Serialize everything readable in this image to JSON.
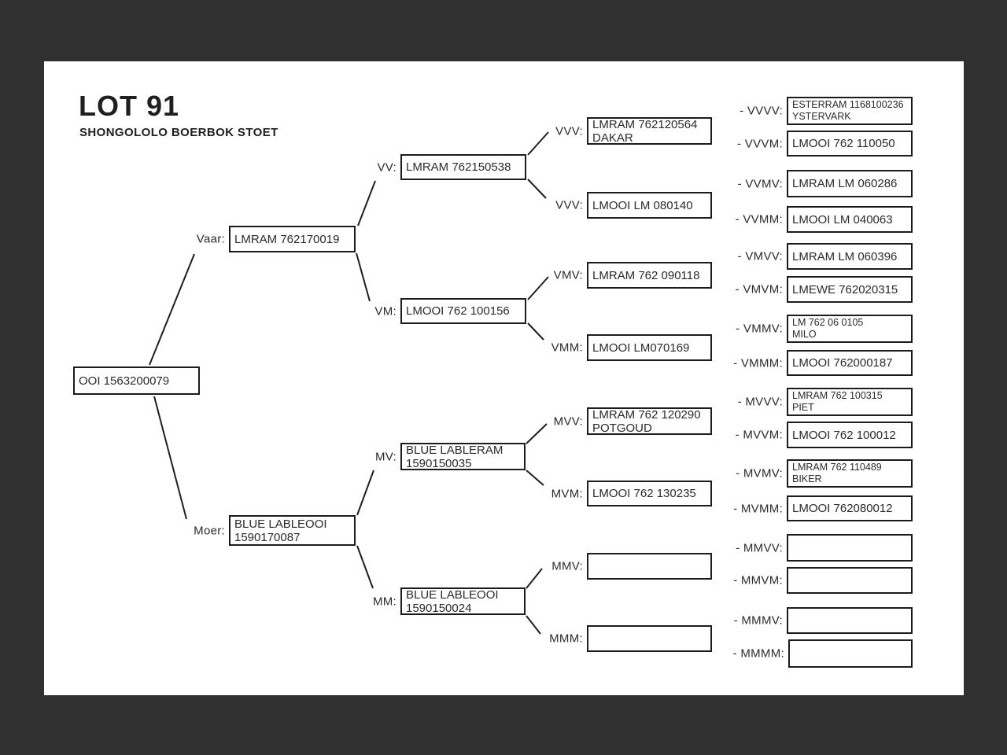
{
  "page": {
    "title": "LOT 91",
    "subtitle": "SHONGOLOLO BOERBOK STOET"
  },
  "nodes": {
    "root": {
      "label": "",
      "line1": "OOI 1563200079"
    },
    "v": {
      "label": "Vaar:",
      "line1": "LMRAM 762170019"
    },
    "m": {
      "label": "Moer:",
      "line1": "BLUE LABLEOOI",
      "line2": "1590170087"
    },
    "vv": {
      "label": "VV:",
      "line1": "LMRAM 762150538"
    },
    "vm": {
      "label": "VM:",
      "line1": "LMOOI 762 100156"
    },
    "mv": {
      "label": "MV:",
      "line1": "BLUE LABLERAM",
      "line2": "1590150035"
    },
    "mm": {
      "label": "MM:",
      "line1": "BLUE LABLEOOI",
      "line2": "1590150024"
    },
    "vvv": {
      "label": "VVV:",
      "line1": "LMRAM 762120564",
      "line2": "DAKAR"
    },
    "vvm": {
      "label": "VVV:",
      "line1": "LMOOI LM 080140"
    },
    "vmv": {
      "label": "VMV:",
      "line1": "LMRAM 762 090118"
    },
    "vmm": {
      "label": "VMM:",
      "line1": "LMOOI LM070169"
    },
    "mvv": {
      "label": "MVV:",
      "line1": "LMRAM 762 120290",
      "line2": "POTGOUD"
    },
    "mvm": {
      "label": "MVM:",
      "line1": "LMOOI 762 130235"
    },
    "mmv": {
      "label": "MMV:",
      "line1": ""
    },
    "mmm": {
      "label": "MMM:",
      "line1": ""
    },
    "vvvv": {
      "label": "- VVVV:",
      "line1": "ESTERRAM 1168100236",
      "line2": "YSTERVARK"
    },
    "vvvm": {
      "label": "- VVVM:",
      "line1": "LMOOI 762 110050"
    },
    "vvmv": {
      "label": "- VVMV:",
      "line1": "LMRAM LM 060286"
    },
    "vvmm": {
      "label": "- VVMM:",
      "line1": "LMOOI LM 040063"
    },
    "vmvv": {
      "label": "- VMVV:",
      "line1": "LMRAM LM 060396"
    },
    "vmvm": {
      "label": "- VMVM:",
      "line1": "LMEWE 762020315"
    },
    "vmmv": {
      "label": "- VMMV:",
      "line1": "LM 762 06 0105",
      "line2": "MILO"
    },
    "vmmm": {
      "label": "- VMMM:",
      "line1": "LMOOI 762000187"
    },
    "mvvv": {
      "label": "- MVVV:",
      "line1": "LMRAM 762 100315",
      "line2": "PIET"
    },
    "mvvm": {
      "label": "- MVVM:",
      "line1": "LMOOI 762 100012"
    },
    "mvmv": {
      "label": "- MVMV:",
      "line1": "LMRAM 762 110489",
      "line2": "BIKER"
    },
    "mvmm": {
      "label": "- MVMM:",
      "line1": "LMOOI 762080012"
    },
    "mmvv": {
      "label": "- MMVV:",
      "line1": ""
    },
    "mmvm": {
      "label": "- MMVM:",
      "line1": ""
    },
    "mmmv": {
      "label": "- MMMV:",
      "line1": ""
    },
    "mmmm": {
      "label": "- MMMM:",
      "line1": ""
    }
  }
}
